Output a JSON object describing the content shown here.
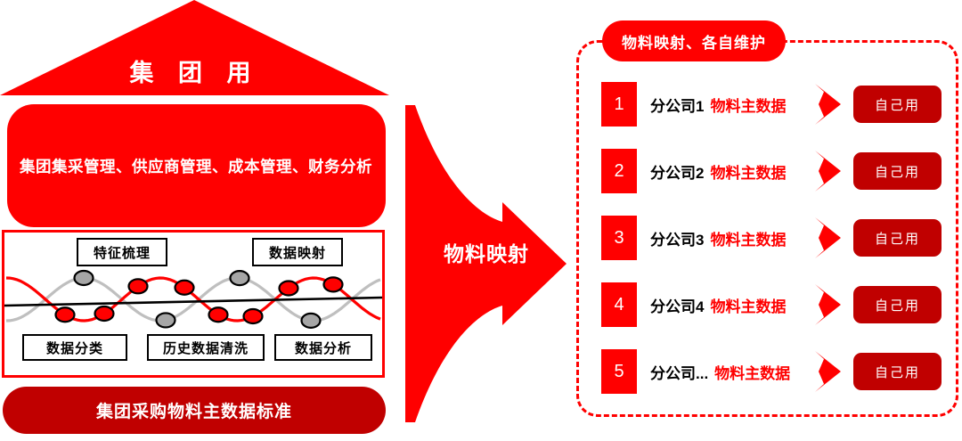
{
  "colors": {
    "bright_red": "#FF0000",
    "dark_red": "#C00000",
    "wave_gray": "#BFBFBF",
    "dot_gray": "#A6A6A6",
    "black": "#000000",
    "white": "#FFFFFF"
  },
  "house": {
    "roof_label": "集 团 用",
    "body_text": "集团集采管理、供应商管理、成本管理、财务分析",
    "base_label": "集团采购物料主数据标准"
  },
  "process": {
    "top_labels": [
      "特征梳理",
      "数据映射"
    ],
    "bottom_labels": [
      "数据分类",
      "历史数据清洗",
      "数据分析"
    ]
  },
  "flow_arrow": {
    "label": "物料映射"
  },
  "right_panel": {
    "title": "物料映射、各自维护",
    "rows": [
      {
        "num": "1",
        "company": "分公司1",
        "dataset": "物料主数据",
        "button": "自己用"
      },
      {
        "num": "2",
        "company": "分公司2",
        "dataset": "物料主数据",
        "button": "自己用"
      },
      {
        "num": "3",
        "company": "分公司3",
        "dataset": "物料主数据",
        "button": "自己用"
      },
      {
        "num": "4",
        "company": "分公司4",
        "dataset": "物料主数据",
        "button": "自己用"
      },
      {
        "num": "5",
        "company": "分公司...",
        "dataset": "物料主数据",
        "button": "自己用"
      }
    ]
  }
}
